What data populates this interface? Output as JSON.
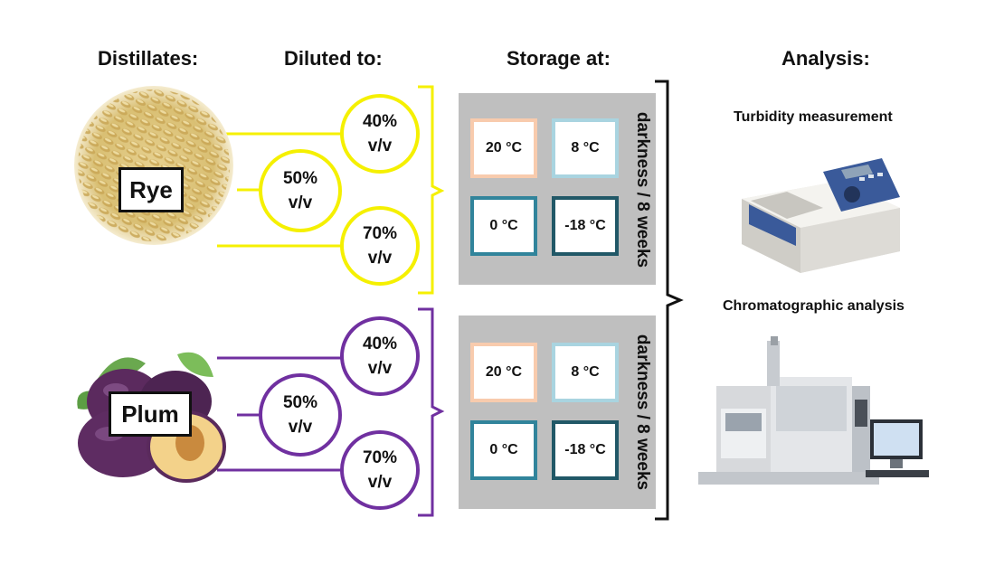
{
  "headers": {
    "distillates": "Distillates:",
    "diluted": "Diluted to:",
    "storage": "Storage at:",
    "analysis": "Analysis:"
  },
  "rye": {
    "label": "Rye",
    "dilutions": [
      {
        "pct": "40%",
        "unit": "v/v"
      },
      {
        "pct": "50%",
        "unit": "v/v"
      },
      {
        "pct": "70%",
        "unit": "v/v"
      }
    ],
    "storage": {
      "temps": [
        "20 °C",
        "8 °C",
        "0 °C",
        "-18 °C"
      ],
      "condition": "darkness / 8 weeks"
    }
  },
  "plum": {
    "label": "Plum",
    "dilutions": [
      {
        "pct": "40%",
        "unit": "v/v"
      },
      {
        "pct": "50%",
        "unit": "v/v"
      },
      {
        "pct": "70%",
        "unit": "v/v"
      }
    ],
    "storage": {
      "temps": [
        "20 °C",
        "8 °C",
        "0 °C",
        "-18 °C"
      ],
      "condition": "darkness / 8 weeks"
    }
  },
  "analysis": {
    "turbidity": "Turbidity measurement",
    "chromatographic": "Chromatographic analysis"
  },
  "colors": {
    "rye_line": "#f5f000",
    "plum_line": "#7030a0",
    "panel": "#bfbfbf",
    "temp_20": "#f8cbad",
    "temp_8": "#a9d4e0",
    "temp_0": "#31849b",
    "temp_minus18": "#215867"
  }
}
